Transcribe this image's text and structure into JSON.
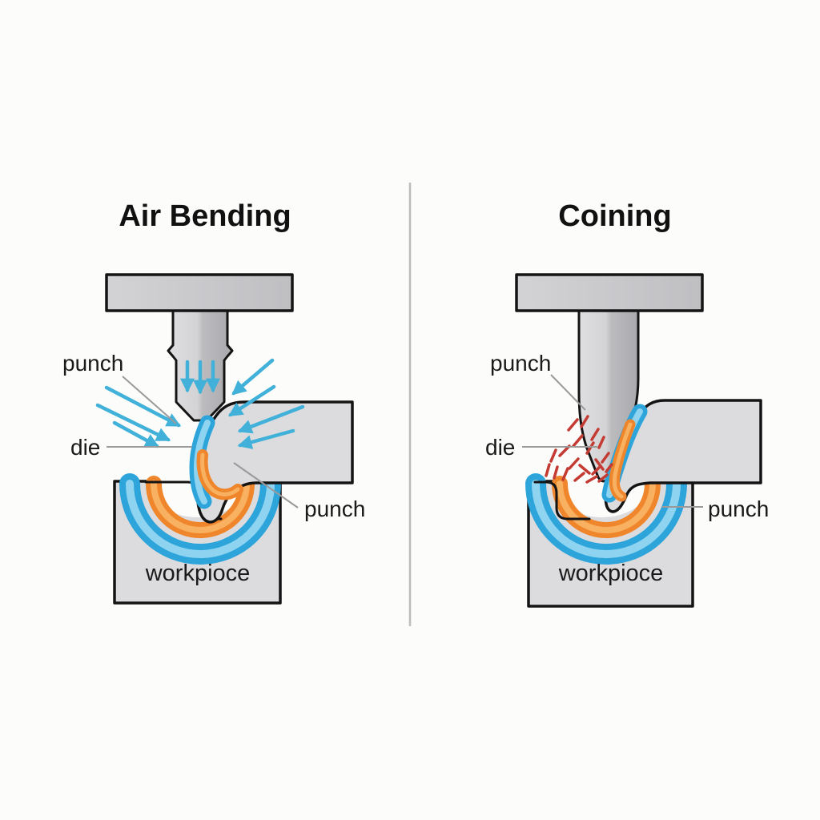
{
  "figure": {
    "type": "metal-forming-comparison-diagram",
    "panels": [
      {
        "id": "air-bending",
        "title": "Air Bending",
        "labels": {
          "punch_top": "punch",
          "die": "die",
          "punch_bottom": "punch",
          "workpiece": "workpioce"
        },
        "annotations": "blue force arrows pointing into the bend from both sides and down through the punch"
      },
      {
        "id": "coining",
        "title": "Coining",
        "labels": {
          "punch_top": "punch",
          "die": "die",
          "punch_bottom": "punch",
          "workpiece": "workpioce"
        },
        "annotations": "red pressure marks scattered beside the punch tip"
      }
    ],
    "colors": {
      "force_arrow_blue": "#41b1d9",
      "stress_blue": "#2da4da",
      "stress_blue_light": "#8ed4f0",
      "stress_orange": "#f0862b",
      "stress_orange_light": "#f8b161",
      "pressure_mark_red": "#c43b33",
      "metal_light": "#d9d9db",
      "metal_dark": "#a9a9ad",
      "sheet_gray": "#dcdcde",
      "outline_black": "#141414",
      "leader_gray": "#9a9a9a",
      "divider_gray": "#bcbcbc",
      "background": "#fcfcfa"
    }
  }
}
